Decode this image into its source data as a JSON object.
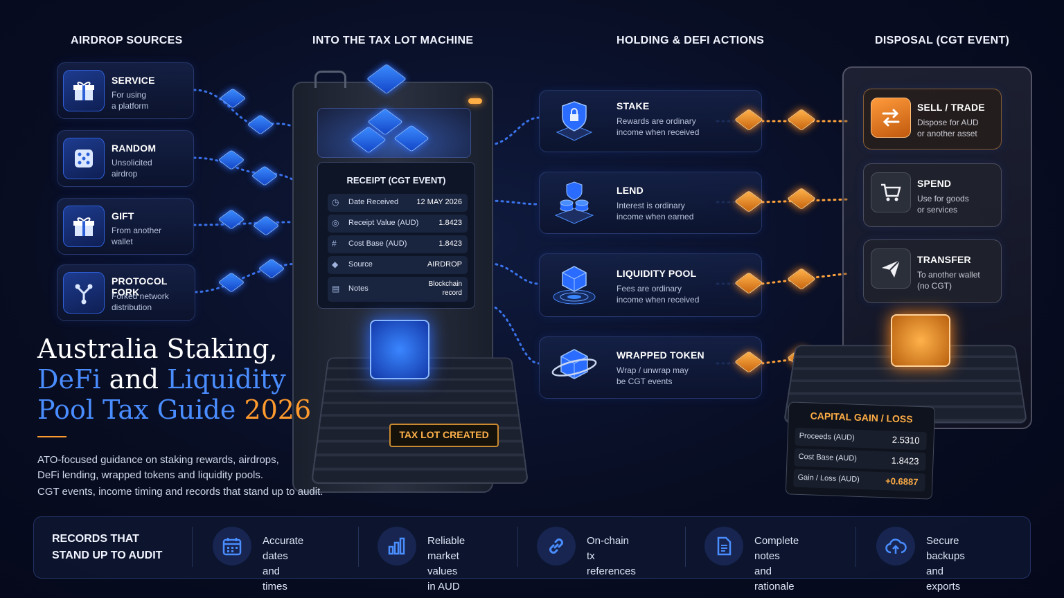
{
  "headers": {
    "col1": "AIRDROP SOURCES",
    "col2": "INTO THE TAX LOT MACHINE",
    "col3": "HOLDING & DEFI ACTIONS",
    "col4": "DISPOSAL (CGT EVENT)"
  },
  "sources": [
    {
      "title": "SERVICE",
      "sub": "For using\na platform",
      "icon": "gift-icon"
    },
    {
      "title": "RANDOM",
      "sub": "Unsolicited\nairdrop",
      "icon": "dice-icon"
    },
    {
      "title": "GIFT",
      "sub": "From another\nwallet",
      "icon": "gift-icon"
    },
    {
      "title": "PROTOCOL FORK",
      "sub": "Forked network\ndistribution",
      "icon": "fork-icon"
    }
  ],
  "receipt": {
    "title": "RECEIPT (CGT EVENT)",
    "rows": [
      {
        "label": "Date Received",
        "value": "12 MAY 2026",
        "icon": "clock-icon"
      },
      {
        "label": "Receipt Value (AUD)",
        "value": "1.8423",
        "icon": "coin-icon"
      },
      {
        "label": "Cost Base (AUD)",
        "value": "1.8423",
        "icon": "hash-icon"
      },
      {
        "label": "Source",
        "value": "AIRDROP",
        "icon": "tag-icon"
      },
      {
        "label": "Notes",
        "value": "Blockchain\nrecord",
        "icon": "document-icon"
      }
    ]
  },
  "machine_label": "TAX LOT CREATED",
  "actions": [
    {
      "title": "STAKE",
      "sub": "Rewards are ordinary\nincome when received",
      "icon": "shield-lock-icon"
    },
    {
      "title": "LEND",
      "sub": "Interest is ordinary\nincome when earned",
      "icon": "coin-stack-icon"
    },
    {
      "title": "LIQUIDITY POOL",
      "sub": "Fees are ordinary\nincome when received",
      "icon": "pool-icon"
    },
    {
      "title": "WRAPPED TOKEN",
      "sub": "Wrap / unwrap may\nbe CGT events",
      "icon": "wrapped-cube-icon"
    }
  ],
  "disposals": [
    {
      "title": "SELL / TRADE",
      "sub": "Dispose for AUD\nor another asset",
      "icon": "swap-icon"
    },
    {
      "title": "SPEND",
      "sub": "Use for goods\nor services",
      "icon": "cart-icon"
    },
    {
      "title": "TRANSFER",
      "sub": "To another wallet\n(no CGT)",
      "icon": "paper-plane-icon"
    }
  ],
  "capital_gain": {
    "title": "CAPITAL GAIN / LOSS",
    "rows": [
      {
        "label": "Proceeds (AUD)",
        "value": "2.5310"
      },
      {
        "label": "Cost Base (AUD)",
        "value": "1.8423"
      },
      {
        "label": "Gain / Loss (AUD)",
        "value": "+0.6887"
      }
    ]
  },
  "hero": {
    "line1": "Australia Staking,",
    "line2a": "DeFi",
    "line2b": " and ",
    "line2c": "Liquidity",
    "line3a": "Pool Tax Guide ",
    "line3b": "2026",
    "desc1": "ATO-focused guidance on staking rewards, airdrops,\nDeFi lending, wrapped tokens and liquidity pools.",
    "desc2": "CGT events, income timing and records that stand up to audit."
  },
  "footer": {
    "title": "RECORDS THAT\nSTAND UP TO AUDIT",
    "items": [
      {
        "text": "Accurate dates\nand times",
        "icon": "calendar-icon"
      },
      {
        "text": "Reliable market\nvalues in AUD",
        "icon": "bar-chart-icon"
      },
      {
        "text": "On-chain tx\nreferences",
        "icon": "link-icon"
      },
      {
        "text": "Complete notes\nand rationale",
        "icon": "document-icon"
      },
      {
        "text": "Secure backups\nand exports",
        "icon": "cloud-upload-icon"
      }
    ]
  },
  "colors": {
    "blue_accent": "#4a8dff",
    "orange_accent": "#ff9a2e",
    "background": "#070b1c"
  }
}
